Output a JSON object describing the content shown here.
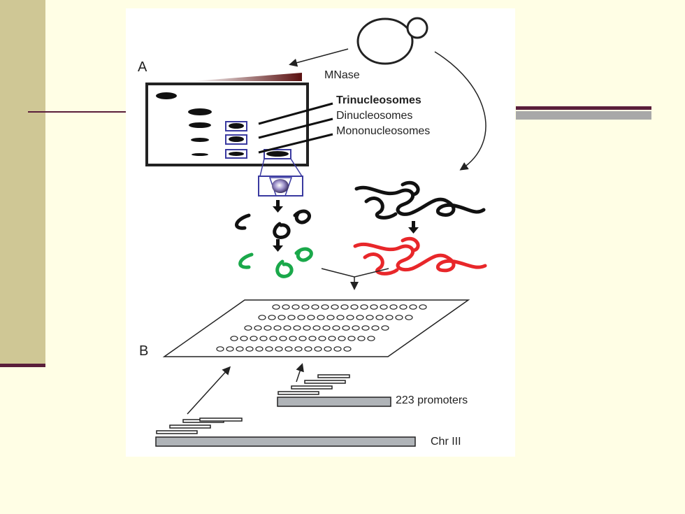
{
  "slide": {
    "colors": {
      "background": "#fffee5",
      "sidebar": "#cfc795",
      "accent": "#5a1e3a",
      "gray_rule": "#a8a8a8"
    }
  },
  "figure": {
    "panel_a_label": "A",
    "panel_b_label": "B",
    "mnase_label": "MNase",
    "gel_bands": [
      "Trinucleosomes",
      "Dinucleosomes",
      "Mononucleosomes"
    ],
    "promoters_label": "223 promoters",
    "chromosome_label": "Chr III",
    "colors": {
      "nucleosomal_dna": "#1aa84a",
      "genomic_dna": "#e8272a",
      "bar_fill": "#b0b4b8",
      "gel_box": "#3a3aa0"
    },
    "icons": [
      "yeast-cell-icon",
      "gel-icon",
      "tube-icon",
      "microarray-icon",
      "dna-fragment-icon"
    ]
  }
}
